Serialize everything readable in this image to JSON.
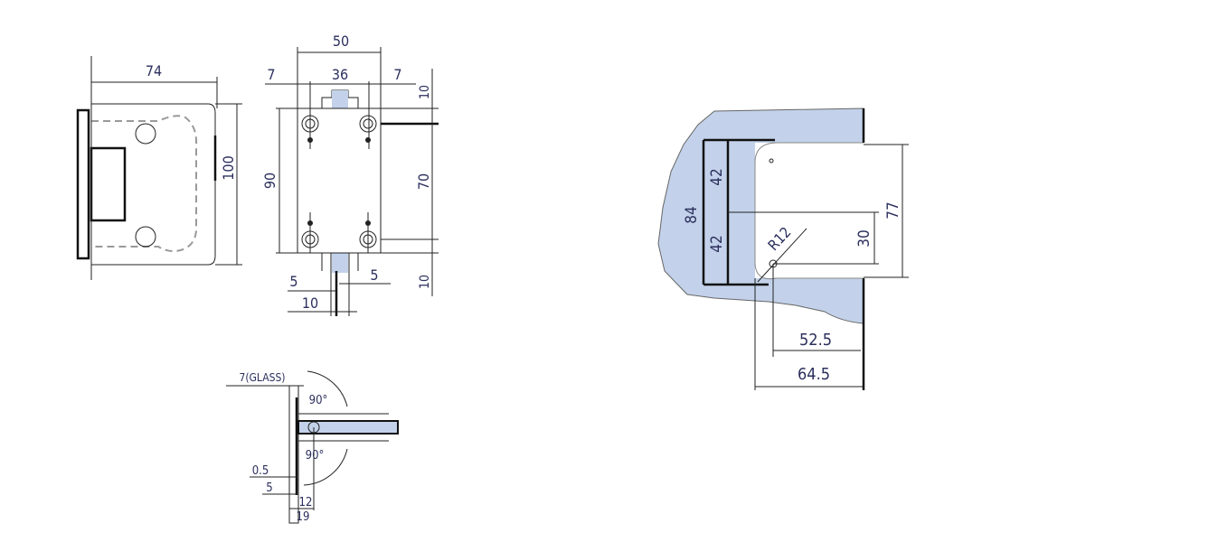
{
  "colors": {
    "glass": "#c3d2ea",
    "text": "#2b2f5c",
    "line": "#222222"
  },
  "side_view": {
    "width": "74",
    "height": "100"
  },
  "front_view": {
    "overall_width": "50",
    "left_margin": "7",
    "hole_spacing": "36",
    "right_margin": "7",
    "body_height": "90",
    "top_offset": "10",
    "hole_pitch": "70",
    "bottom_offset": "10",
    "slot_left": "5",
    "slot_right": "5",
    "slot_width": "10"
  },
  "top_view": {
    "glass": "7(GLASS)",
    "angle_open": "90°",
    "angle_close": "90°",
    "gap": "0.5",
    "plate": "5",
    "depth_inner": "12",
    "depth_outer": "19"
  },
  "cutout": {
    "total_height": "84",
    "upper_half": "42",
    "lower_half": "42",
    "radius": "R12",
    "hole_offset": "30",
    "cutout_height": "77",
    "hole_depth": "52.5",
    "cutout_depth": "64.5"
  }
}
